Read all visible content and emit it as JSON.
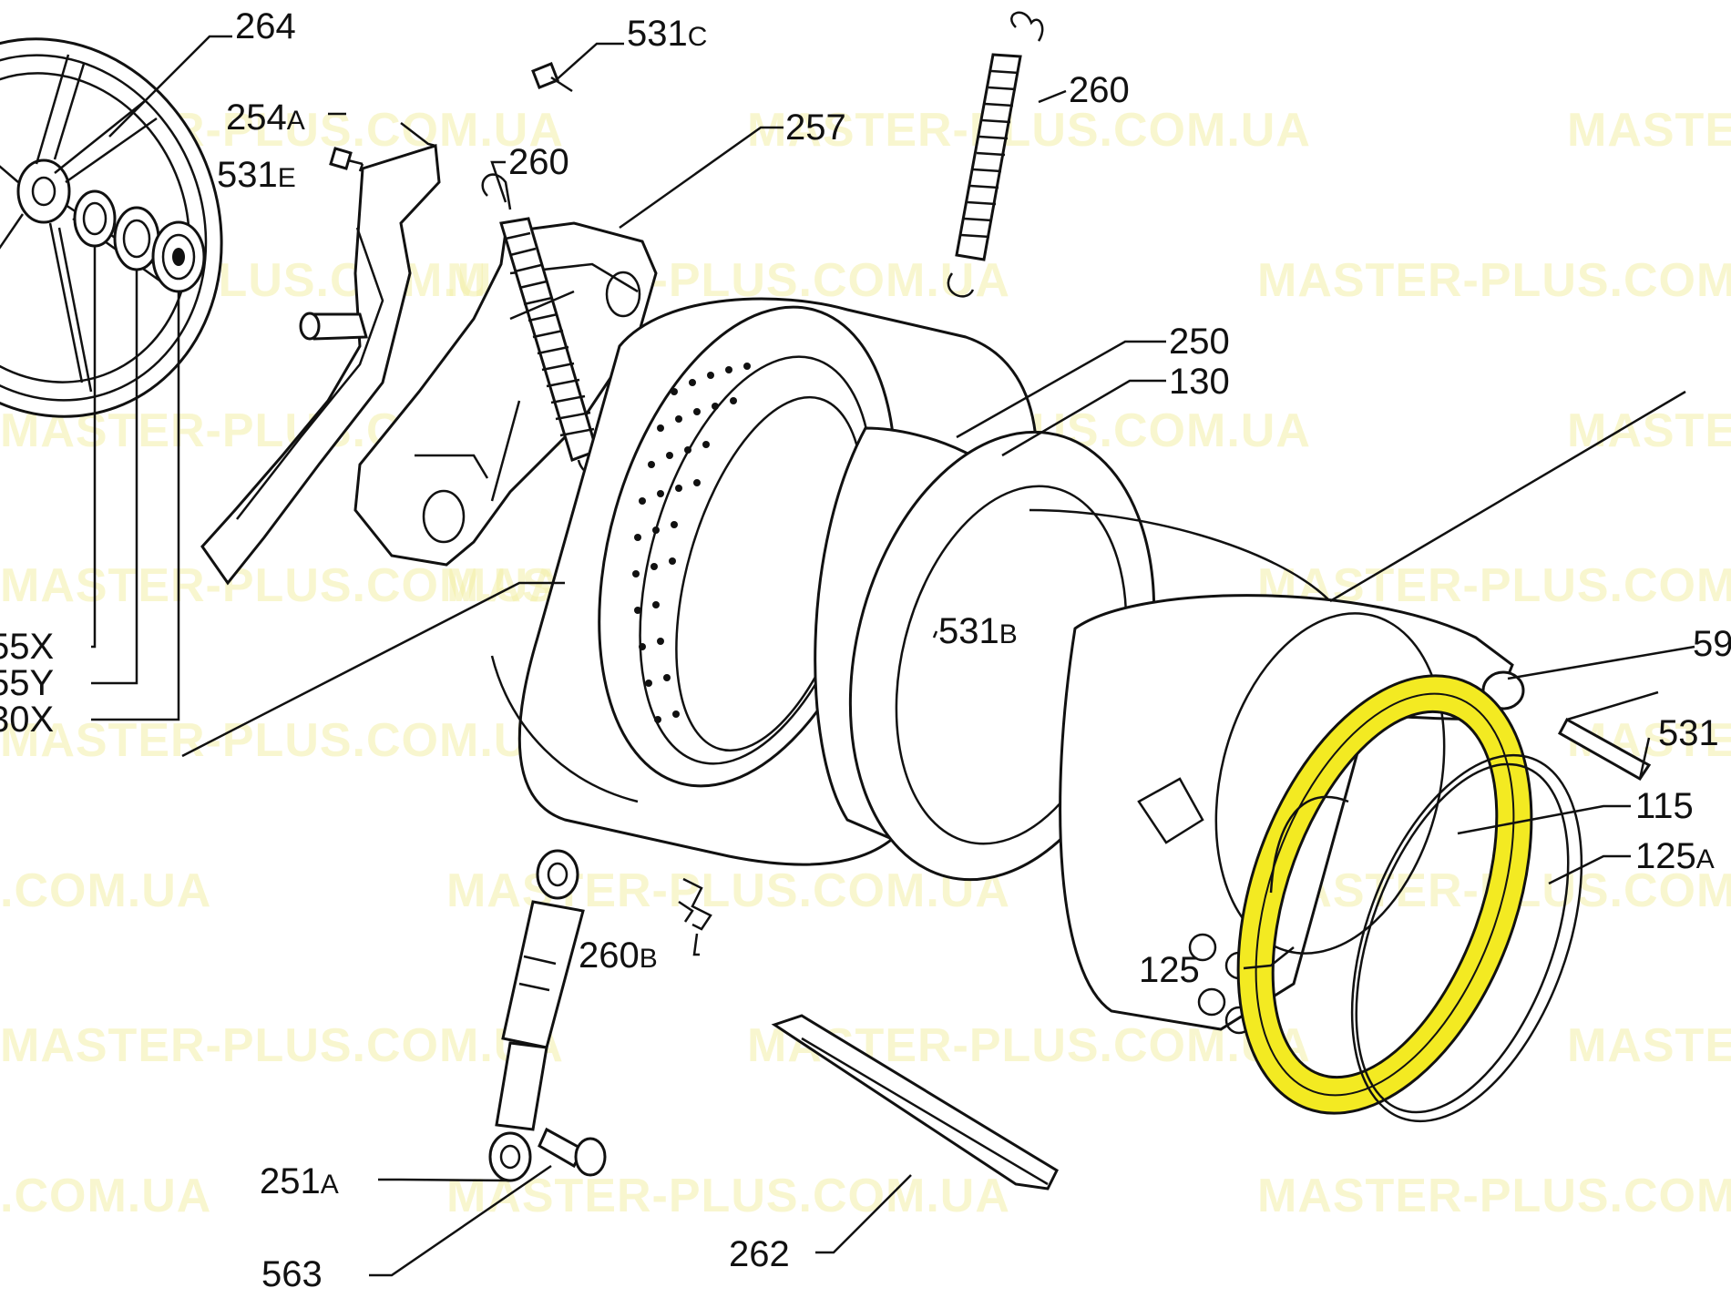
{
  "watermark": {
    "text": "MASTER-PLUS.COM.UA",
    "partial_text": ".COM.UA",
    "color": "#f3f0a8"
  },
  "highlight_color": "#f3ea22",
  "labels": {
    "p264": "264",
    "p531c": "531",
    "p531c_suffix": "C",
    "p260_top": "260",
    "p254a": "254",
    "p254a_suffix": "A",
    "p257": "257",
    "p531e": "531",
    "p531e_suffix": "E",
    "p260_mid": "260",
    "p250": "250",
    "p130": "130",
    "p55x": "55X",
    "p55y": "55Y",
    "p30x": "30X",
    "p531b": "531",
    "p531b_suffix": "B",
    "p59": "59",
    "p531_right": "531",
    "p115": "115",
    "p125a": "125",
    "p125a_suffix": "A",
    "p125": "125",
    "p260b": "260",
    "p260b_suffix": "B",
    "p251a": "251",
    "p251a_suffix": "A",
    "p262": "262",
    "p563": "563"
  },
  "icons": {
    "drive_pulley": "pulley-icon",
    "bearing": "bearing-icon",
    "spring": "spring-icon",
    "drum": "drum-icon",
    "tub": "tub-icon",
    "shock_absorber": "shock-absorber-icon",
    "door_seal": "door-seal-gasket-icon",
    "clamp_ring": "clamp-ring-icon",
    "screw": "screw-icon",
    "counterweight": "counterweight-icon"
  }
}
